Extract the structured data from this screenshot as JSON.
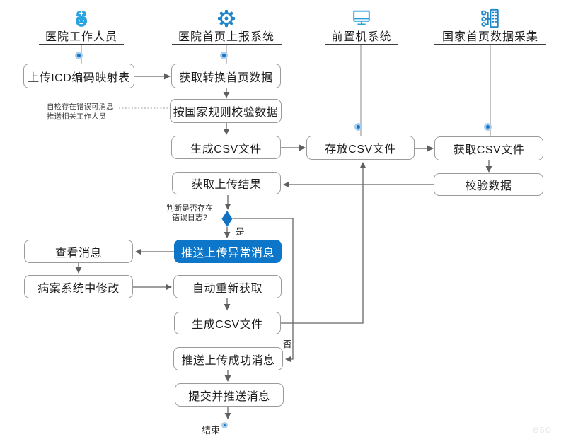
{
  "lanes": [
    {
      "id": "hospital-staff",
      "label": "医院工作人员",
      "icon": "nurse-icon"
    },
    {
      "id": "report-system",
      "label": "医院首页上报系统",
      "icon": "gear-icon"
    },
    {
      "id": "front-machine",
      "label": "前置机系统",
      "icon": "monitor-icon"
    },
    {
      "id": "national-collection",
      "label": "国家首页数据采集",
      "icon": "data-collection-icon"
    }
  ],
  "nodes": {
    "upload_icd": {
      "label": "上传ICD编码映射表"
    },
    "get_convert": {
      "label": "获取转换首页数据"
    },
    "check_rules": {
      "label": "按国家规则校验数据"
    },
    "gen_csv_1": {
      "label": "生成CSV文件"
    },
    "store_csv": {
      "label": "存放CSV文件"
    },
    "get_csv": {
      "label": "获取CSV文件"
    },
    "check_data": {
      "label": "校验数据"
    },
    "get_result": {
      "label": "获取上传结果"
    },
    "push_error": {
      "label": "推送上传异常消息"
    },
    "view_msg": {
      "label": "查看消息"
    },
    "fix_record": {
      "label": "病案系统中修改"
    },
    "auto_refetch": {
      "label": "自动重新获取"
    },
    "gen_csv_2": {
      "label": "生成CSV文件"
    },
    "push_success": {
      "label": "推送上传成功消息"
    },
    "submit_push": {
      "label": "提交并推送消息"
    }
  },
  "decision": {
    "line1": "判断是否存在",
    "line2": "错误日志?",
    "yes": "是",
    "no": "否"
  },
  "note": {
    "line1": "自检存在错误可消息",
    "line2": "推送相关工作人员"
  },
  "end_label": "结束",
  "watermark": "eso",
  "colors": {
    "accent_blue": "#0d76c9",
    "dot_blue": "#1473c2",
    "icon_blue": "#2aa3e0",
    "gear_blue": "#1f86ca",
    "border_gray": "#9b9b9b",
    "line_gray": "#666666"
  }
}
